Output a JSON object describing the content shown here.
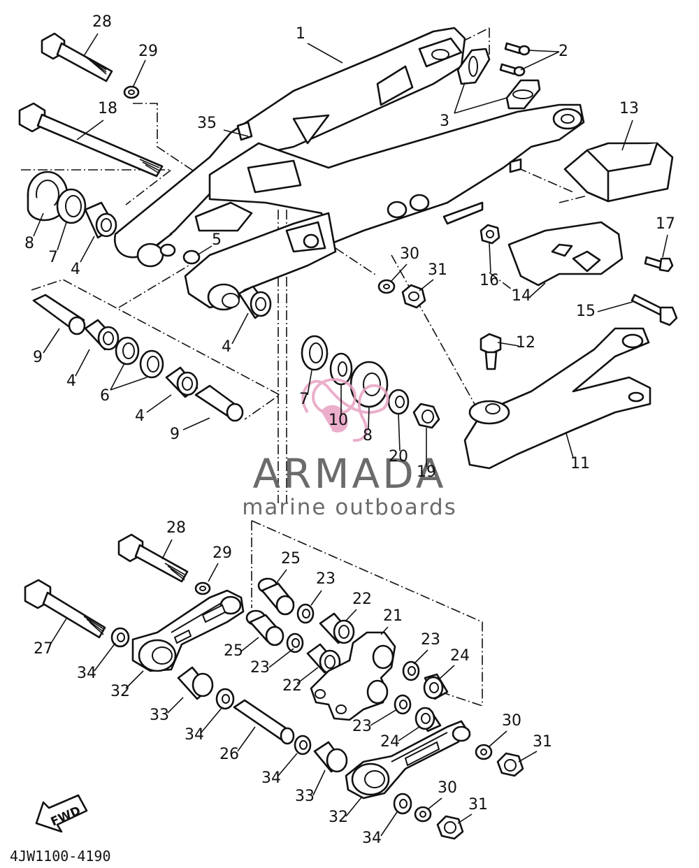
{
  "watermark": {
    "brand": "ARMADA",
    "tagline": "marine outboards",
    "text_color": "#6b6b6b",
    "logo_color": "#e8a2c3"
  },
  "diagram_code": "4JW1100-4190",
  "fwd_label": "FWD",
  "callouts": [
    "28",
    "29",
    "18",
    "8",
    "7",
    "4",
    "1",
    "35",
    "5",
    "2",
    "3",
    "13",
    "17",
    "16",
    "14",
    "15",
    "30",
    "31",
    "12",
    "9",
    "4",
    "6",
    "4",
    "9",
    "4",
    "7",
    "10",
    "8",
    "20",
    "19",
    "11",
    "28",
    "29",
    "25",
    "23",
    "22",
    "21",
    "27",
    "25",
    "23",
    "22",
    "23",
    "24",
    "34",
    "32",
    "33",
    "34",
    "23",
    "24",
    "26",
    "30",
    "31",
    "34",
    "33",
    "32",
    "30",
    "31",
    "34"
  ]
}
